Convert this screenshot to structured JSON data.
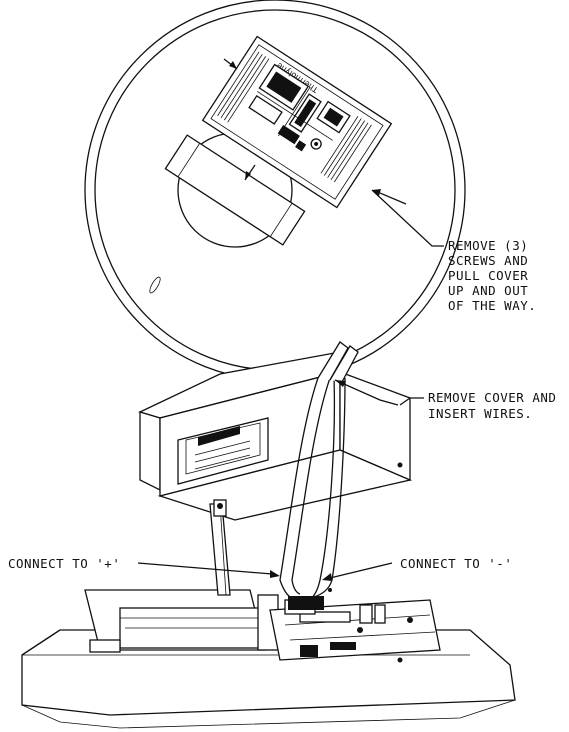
{
  "top_view": {
    "brand_text": "Thermolyne",
    "callout_lines": [
      "REMOVE (3)",
      "SCREWS AND",
      "PULL COVER",
      "UP AND OUT",
      "OF THE WAY."
    ]
  },
  "bottom_view": {
    "cover_callout_lines": [
      "REMOVE COVER AND",
      "INSERT WIRES."
    ],
    "plus_label": "CONNECT TO '+'",
    "minus_label": "CONNECT TO '-'"
  }
}
